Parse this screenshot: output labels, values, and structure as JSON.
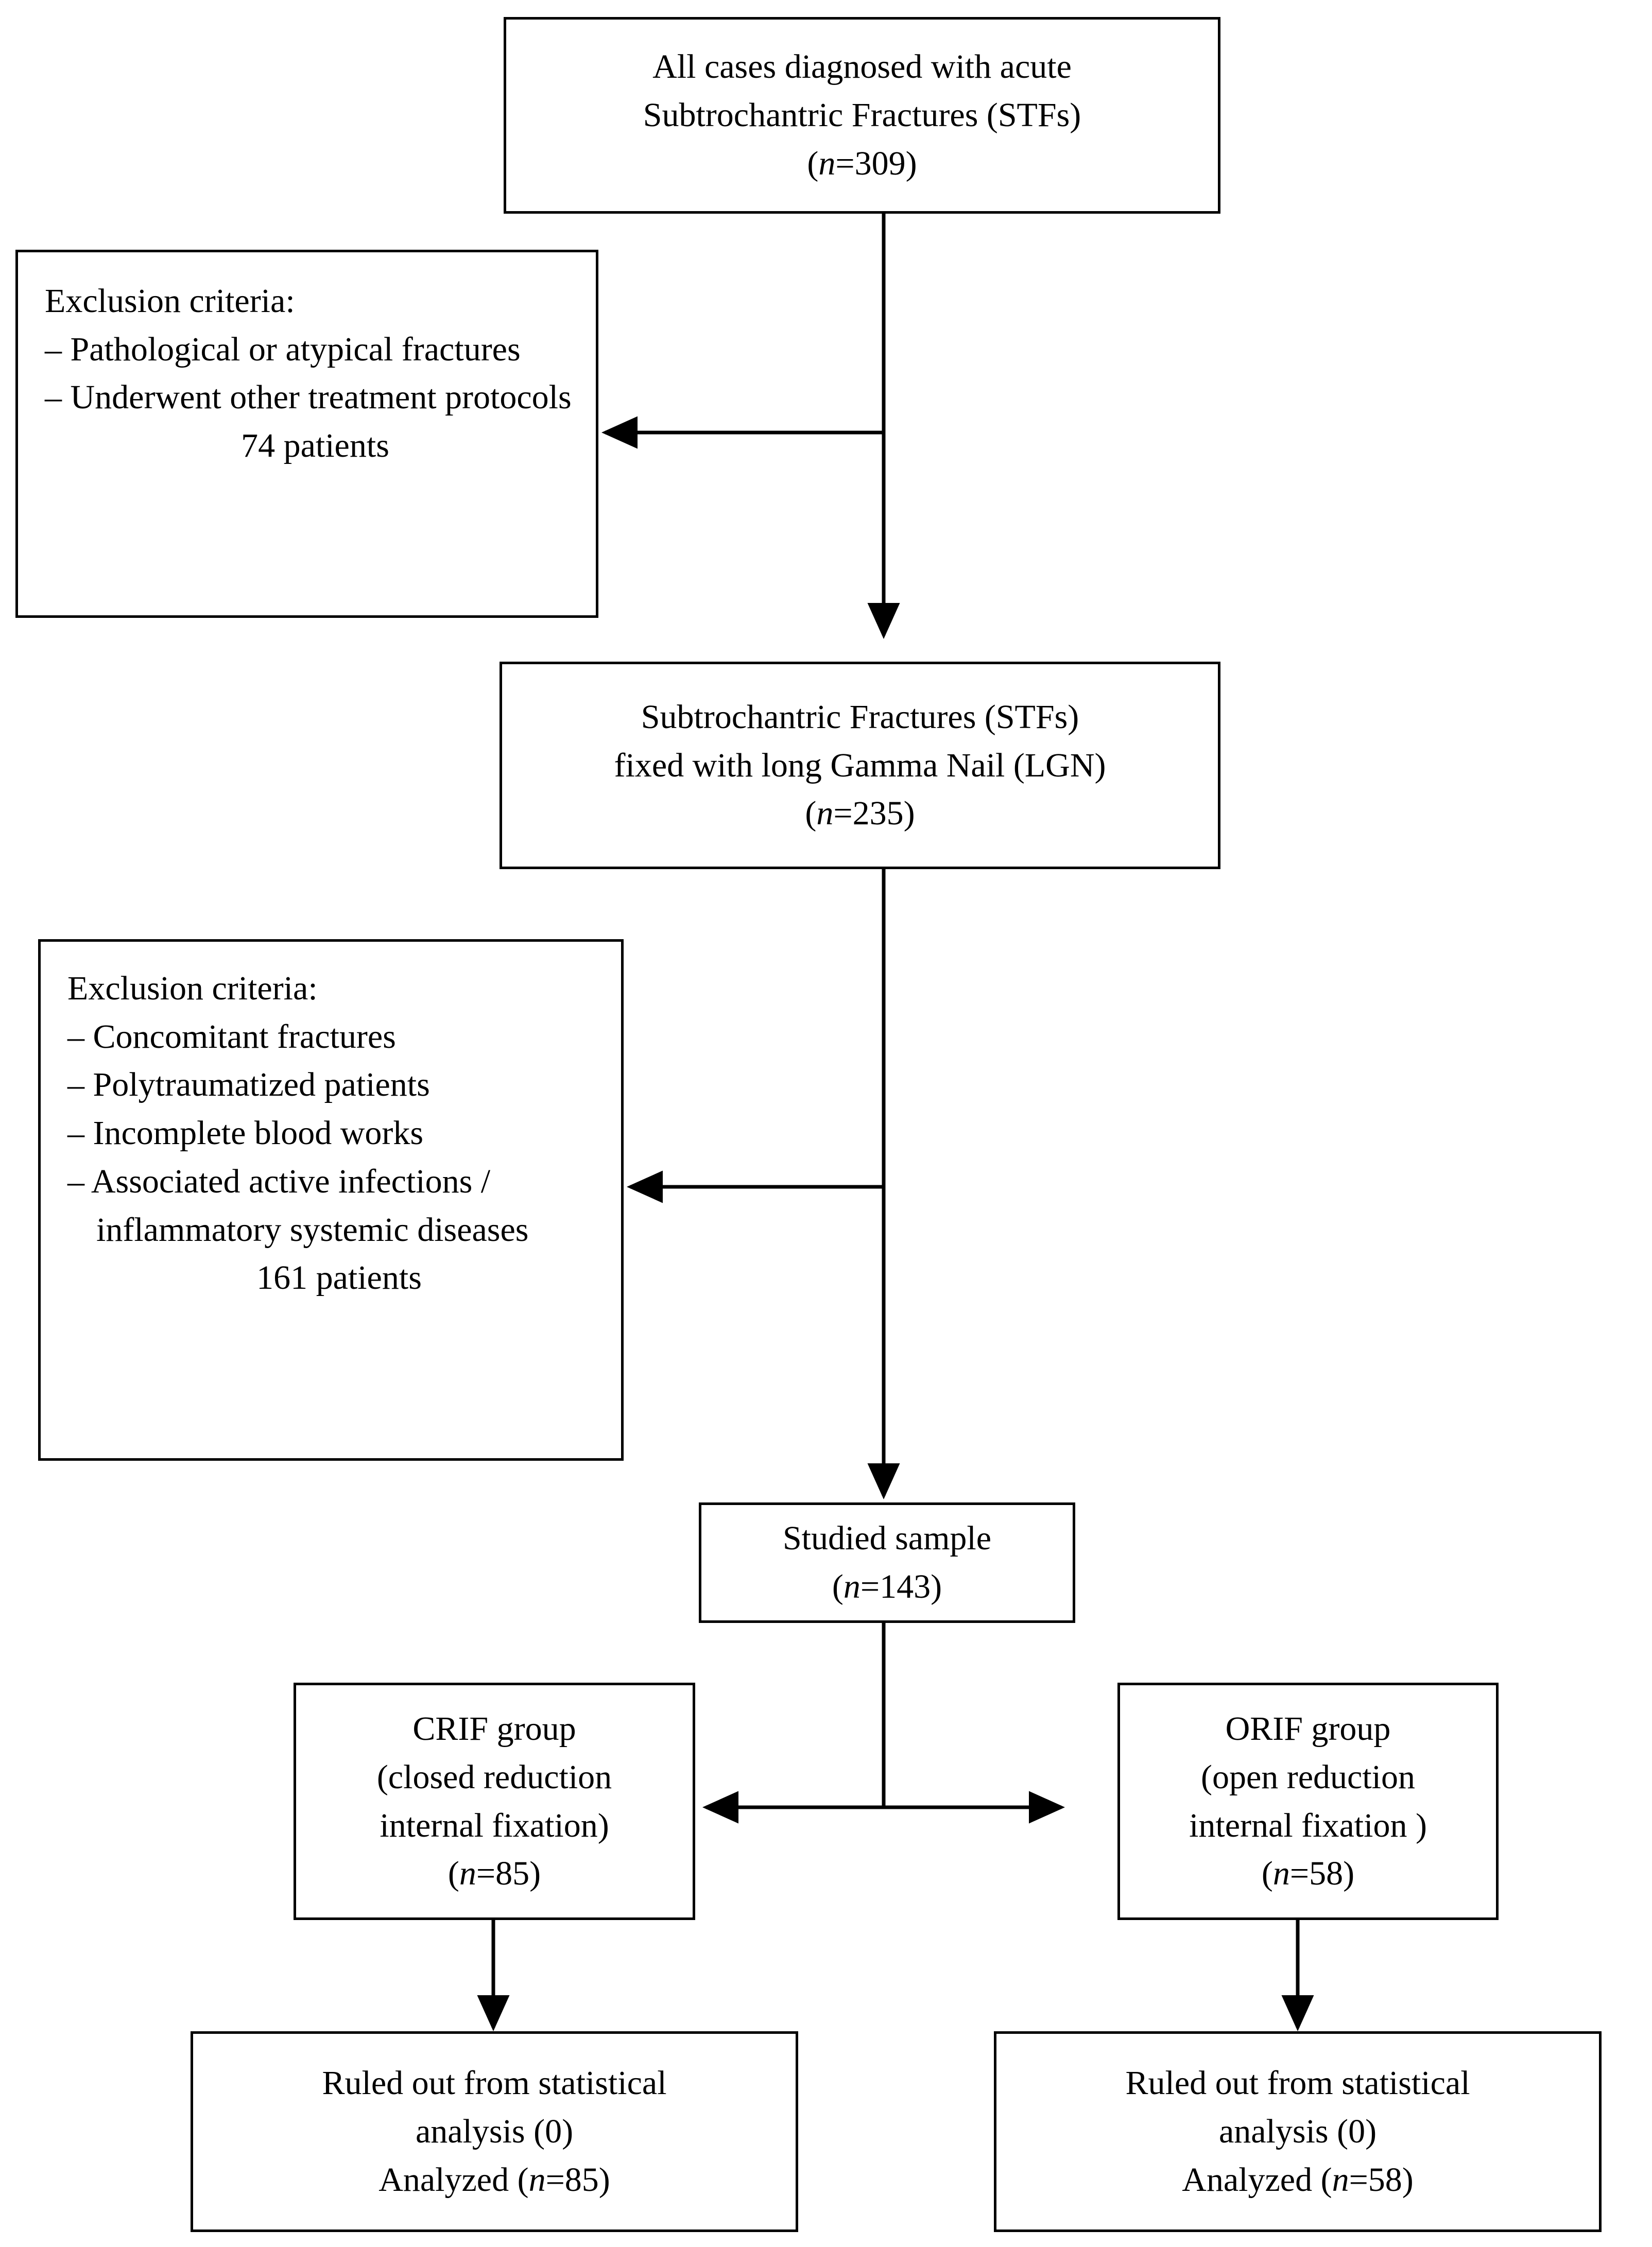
{
  "diagram": {
    "type": "flowchart",
    "title": "Patient selection flow diagram for subtrochantric fractures study",
    "colors": {
      "background": "#ffffff",
      "stroke": "#000000",
      "text": "#000000"
    },
    "nodes": {
      "all_cases": {
        "name": "all-cases-box",
        "line1": "All cases diagnosed with acute",
        "line2": "Subtrochantric Fractures (STFs)",
        "count_prefix": "(",
        "count_italic": "n",
        "count_suffix": "=309)"
      },
      "exclusion_1": {
        "name": "exclusion-criteria-1-box",
        "heading": "Exclusion criteria:",
        "items": [
          "– Pathological or atypical fractures",
          "– Underwent other treatment protocols"
        ],
        "total": "74 patients"
      },
      "lgn_fixed": {
        "name": "lgn-fixed-box",
        "line1": "Subtrochantric Fractures (STFs)",
        "line2": "fixed with long Gamma Nail (LGN)",
        "count_prefix": "(",
        "count_italic": "n",
        "count_suffix": "=235)"
      },
      "exclusion_2": {
        "name": "exclusion-criteria-2-box",
        "heading": "Exclusion criteria:",
        "items": [
          "– Concomitant fractures",
          "– Polytraumatized patients",
          "– Incomplete blood works",
          "– Associated active infections / inflammatory systemic diseases"
        ],
        "total": "161 patients"
      },
      "studied_sample": {
        "name": "studied-sample-box",
        "line1": "Studied sample",
        "count_prefix": "(",
        "count_italic": "n",
        "count_suffix": "=143)"
      },
      "crif_group": {
        "name": "crif-group-box",
        "line1": "CRIF group",
        "line2": "(closed reduction",
        "line3": "internal fixation)",
        "count_prefix": "(",
        "count_italic": "n",
        "count_suffix": "=85)"
      },
      "orif_group": {
        "name": "orif-group-box",
        "line1": "ORIF group",
        "line2": "(open reduction",
        "line3": "internal fixation )",
        "count_prefix": "(",
        "count_italic": "n",
        "count_suffix": "=58)"
      },
      "crif_analyzed": {
        "name": "crif-analyzed-box",
        "line1": "Ruled out from statistical",
        "line2": "analysis (0)",
        "line3_prefix": "Analyzed (",
        "line3_italic": "n",
        "line3_suffix": "=85)"
      },
      "orif_analyzed": {
        "name": "orif-analyzed-box",
        "line1": "Ruled out from statistical",
        "line2": "analysis (0)",
        "line3_prefix": "Analyzed (",
        "line3_italic": "n",
        "line3_suffix": "=58)"
      }
    },
    "edges": [
      {
        "name": "edge-all-cases-to-lgn",
        "kind": "arrow-down"
      },
      {
        "name": "edge-to-exclusion-1",
        "kind": "arrow-left"
      },
      {
        "name": "edge-lgn-to-studied-sample",
        "kind": "arrow-down"
      },
      {
        "name": "edge-to-exclusion-2",
        "kind": "arrow-left"
      },
      {
        "name": "edge-studied-sample-split",
        "kind": "arrow-double-horizontal"
      },
      {
        "name": "edge-crif-to-analyzed",
        "kind": "arrow-down"
      },
      {
        "name": "edge-orif-to-analyzed",
        "kind": "arrow-down"
      }
    ]
  }
}
